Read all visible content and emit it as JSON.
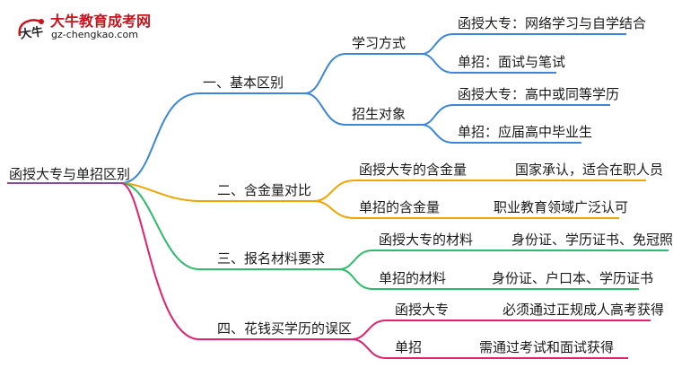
{
  "logo": {
    "title": "大牛教育成考网",
    "url": "gz-chengkao.com",
    "badge": "大牛"
  },
  "root": "函授大专与单招区别",
  "colors": {
    "branch1": "#3b86d8",
    "branch2": "#f0a500",
    "branch3": "#2dbb6a",
    "branch4": "#e0216e",
    "root_line": "#8a4b9e"
  },
  "branches": [
    {
      "label": "一、基本区别",
      "children": [
        {
          "label": "学习方式",
          "children": [
            {
              "label": "函授大专：网络学习与自学结合"
            },
            {
              "label": "单招：面试与笔试"
            }
          ]
        },
        {
          "label": "招生对象",
          "children": [
            {
              "label": "函授大专：高中或同等学历"
            },
            {
              "label": "单招：应届高中毕业生"
            }
          ]
        }
      ]
    },
    {
      "label": "二、含金量对比",
      "children": [
        {
          "label": "函授大专的含金量",
          "detail": "国家承认，适合在职人员"
        },
        {
          "label": "单招的含金量",
          "detail": "职业教育领域广泛认可"
        }
      ]
    },
    {
      "label": "三、报名材料要求",
      "children": [
        {
          "label": "函授大专的材料",
          "detail": "身份证、学历证书、免冠照片"
        },
        {
          "label": "单招的材料",
          "detail": "身份证、户口本、学历证书"
        }
      ]
    },
    {
      "label": "四、花钱买学历的误区",
      "children": [
        {
          "label": "函授大专",
          "detail": "必须通过正规成人高考获得"
        },
        {
          "label": "单招",
          "detail": "需通过考试和面试获得"
        }
      ]
    }
  ]
}
